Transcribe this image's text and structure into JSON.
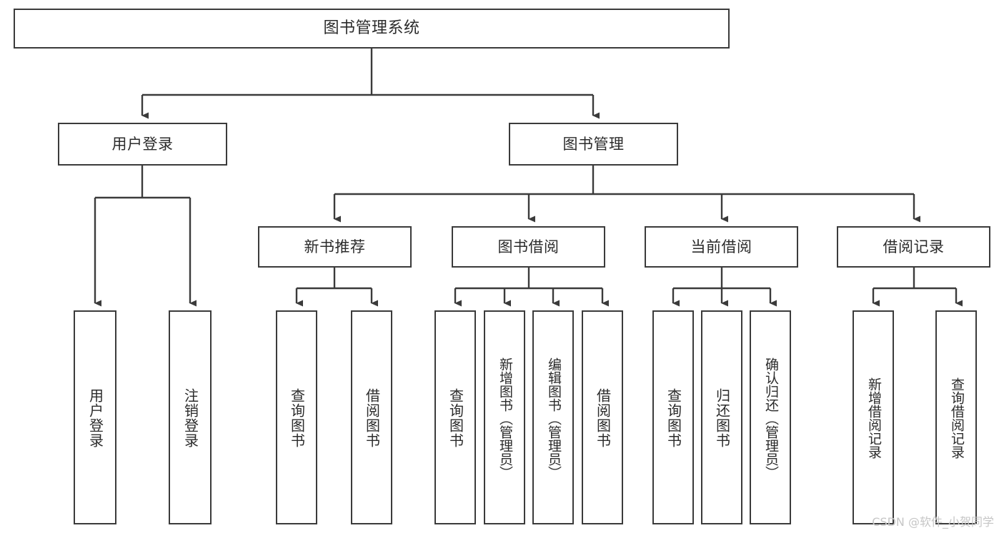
{
  "diagram": {
    "title": "图书管理系统",
    "type": "tree",
    "orientation": "top-down",
    "colors": {
      "background": "#ffffff",
      "box_border": "#3b3b3b",
      "box_fill": "#ffffff",
      "connector": "#3b3b3b",
      "text": "#2b2b2b",
      "watermark": "#c6c6c6"
    },
    "root": {
      "label": "图书管理系统"
    },
    "level2": [
      {
        "label": "用户登录"
      },
      {
        "label": "图书管理"
      }
    ],
    "level3": [
      {
        "label": "新书推荐"
      },
      {
        "label": "图书借阅"
      },
      {
        "label": "当前借阅"
      },
      {
        "label": "借阅记录"
      }
    ],
    "leaves": {
      "user_login": [
        {
          "label": "用户登录"
        },
        {
          "label": "注销登录"
        }
      ],
      "new_book_recommend": [
        {
          "label": "查询图书"
        },
        {
          "label": "借阅图书"
        }
      ],
      "book_borrow": [
        {
          "label": "查询图书"
        },
        {
          "label": "新增图书（管理员）"
        },
        {
          "label": "编辑图书（管理员）"
        },
        {
          "label": "借阅图书"
        }
      ],
      "current_borrow": [
        {
          "label": "查询图书"
        },
        {
          "label": "归还图书"
        },
        {
          "label": "确认归还（管理员）"
        }
      ],
      "borrow_record": [
        {
          "label": "新增借阅记录"
        },
        {
          "label": "查询借阅记录"
        }
      ]
    }
  },
  "watermark": {
    "text": "CSDN @软件_小贺同学"
  }
}
